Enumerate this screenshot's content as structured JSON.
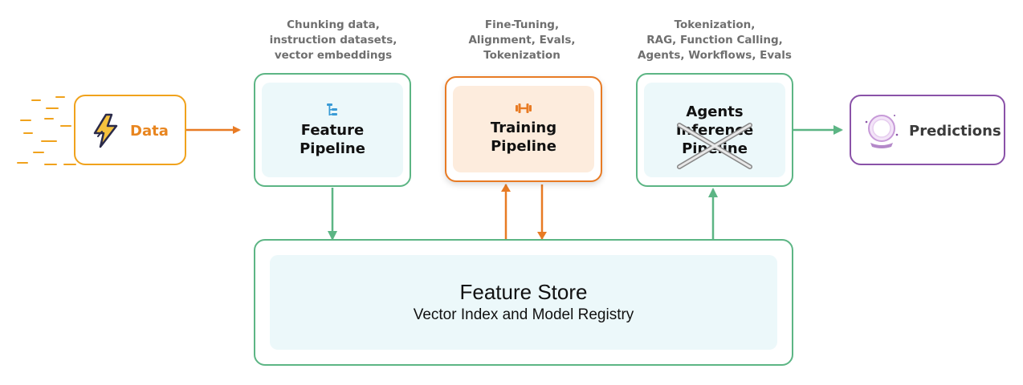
{
  "captions": {
    "feature": [
      "Chunking data,",
      "instruction datasets,",
      "vector embeddings"
    ],
    "training": [
      "Fine-Tuning,",
      "Alignment, Evals,",
      "Tokenization"
    ],
    "inference": [
      "Tokenization,",
      "RAG, Function Calling,",
      "Agents, Workflows, Evals"
    ]
  },
  "data_node": {
    "label": "Data",
    "icon": "lightning-bolt-icon",
    "color": "#e8851f"
  },
  "feature_pipeline": {
    "line1": "Feature",
    "line2": "Pipeline",
    "icon": "tree-structure-icon"
  },
  "training_pipeline": {
    "line1": "Training",
    "line2": "Pipeline",
    "icon": "dumbbell-icon"
  },
  "inference_pipeline": {
    "agents": "Agents",
    "line1": "Inference",
    "line2": "Pipeline",
    "overlay": "cross-out-icon"
  },
  "predictions": {
    "label": "Predictions",
    "icon": "crystal-ball-icon"
  },
  "feature_store": {
    "title": "Feature Store",
    "subtitle": "Vector Index and Model Registry"
  },
  "colors": {
    "green": "#5cb584",
    "orange": "#e87b24",
    "purple": "#8a52a8",
    "amber": "#f0a21c"
  }
}
